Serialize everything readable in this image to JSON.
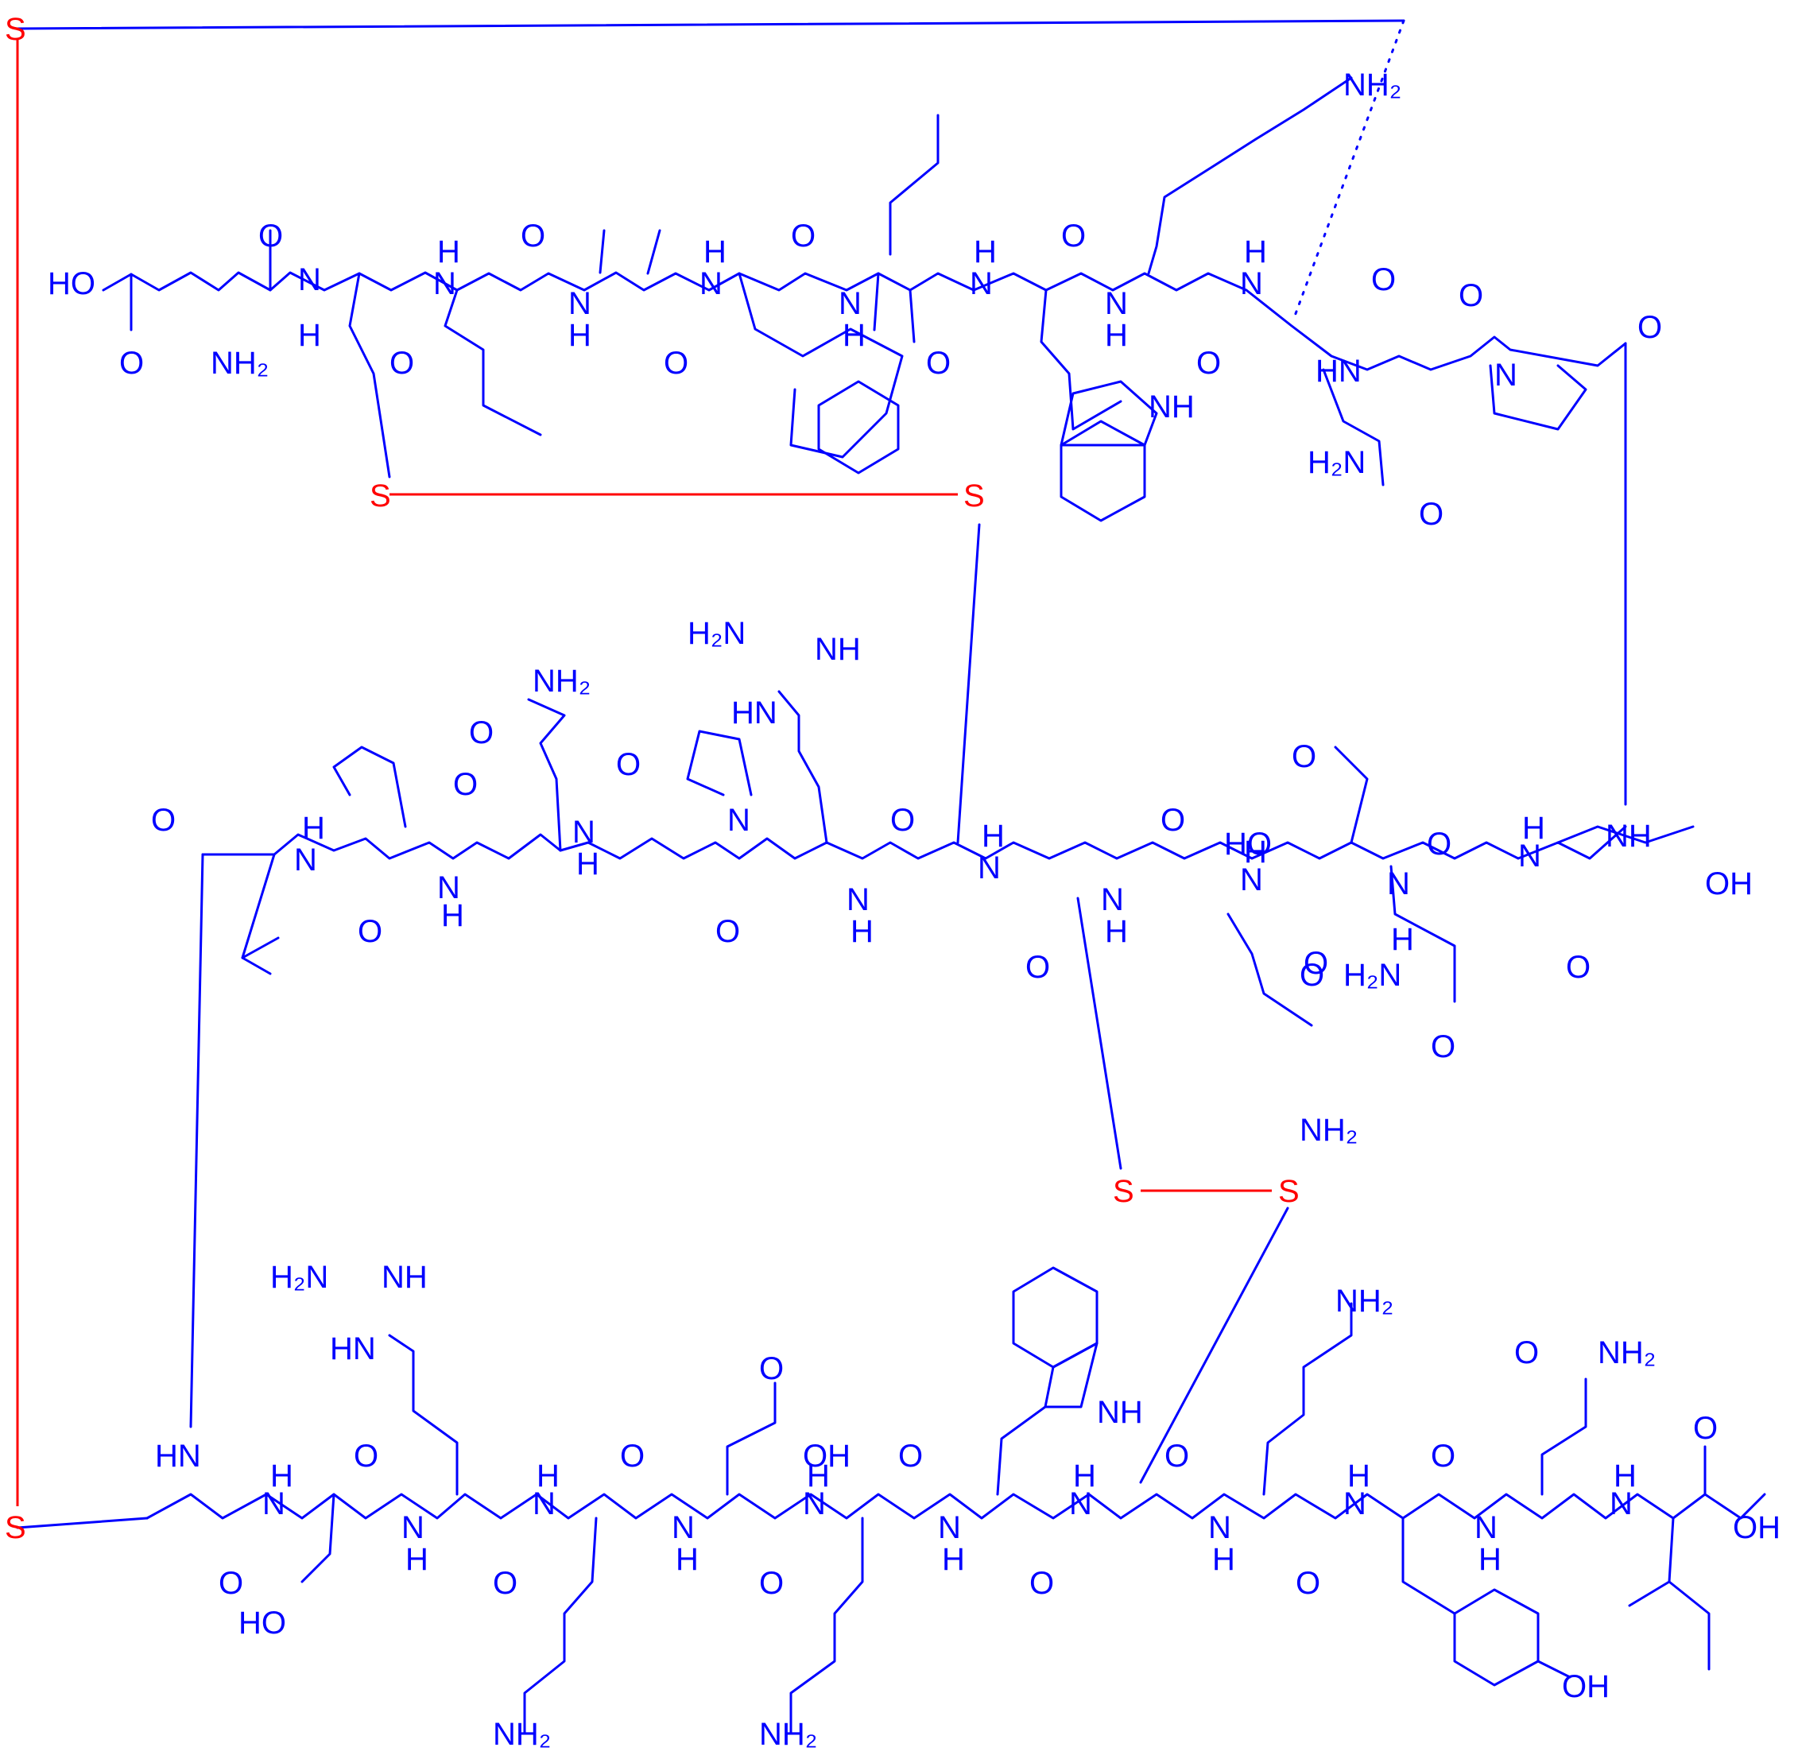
{
  "colors": {
    "bond": "#0000ff",
    "atom_label": "#0000ff",
    "sulfur": "#ff0000",
    "background": "#ffffff"
  },
  "labels": {
    "s_top_left": "S",
    "s_bottom_left": "S",
    "s_upper_left": "S",
    "s_upper_right": "S",
    "s_lower_left": "S",
    "s_lower_right": "S",
    "nh2_asp_top": "NH2",
    "ho_asp_top": "HO",
    "o_asp_top_acid": "O",
    "o_asp_top_amide": "O",
    "nh_cys1": "H",
    "n_cys1": "N",
    "o_cys1": "O",
    "nh_leu1": "H",
    "n_leu1": "N",
    "o_leu1": "O",
    "n_gly": "N",
    "h_gly": "H",
    "o_gly": "O",
    "n_phe": "N",
    "h_phe": "H",
    "o_phe": "O",
    "n_leu2": "N",
    "h_leu2": "H",
    "o_leu2": "O",
    "n_trp1": "N",
    "h_trp1": "H",
    "o_trp1": "O",
    "nh_trp1_ring": "NH",
    "nh2_lys_top": "NH2",
    "n_lys1": "N",
    "h_lys1": "H",
    "o_lys1": "O",
    "n_cys2": "N",
    "h_cys2": "H",
    "o_cys2": "O",
    "hn_asn1": "HN",
    "h2n_asn1": "H2N",
    "o_asn1_side": "O",
    "o_asn1": "O",
    "n_pro1": "N",
    "o_pro1": "O",
    "o_val": "O",
    "n_leu3": "N",
    "h_leu3": "H",
    "o_leu3": "O",
    "nh2_asn2": "NH2",
    "o_asn2_side": "O",
    "n_asn2": "N",
    "h_asn2": "H",
    "o_asn2": "O",
    "n_pro2_amide": "N",
    "h_pro2_amide": "H",
    "o_pro2": "O",
    "n_pro2": "N",
    "o_pro2_co": "O",
    "h2n_arg1": "H2N",
    "nh_arg1": "NH",
    "hn_arg1": "HN",
    "n_arg1": "N",
    "h_arg1": "H",
    "o_arg1": "O",
    "n_cys3": "N",
    "h_cys3": "H",
    "o_cys3": "O",
    "n_cys4": "N",
    "h_cys4": "H",
    "o_cys4": "O",
    "n_lys2": "N",
    "h_lys2": "H",
    "o_lys2": "O",
    "nh2_lys2": "NH2",
    "o_asp2_acid": "O",
    "ho_asp2": "HO",
    "o_asp2": "O",
    "n_asp2": "N",
    "h_asp2": "H",
    "h2n_asn3": "H2N",
    "o_asn3_side": "O",
    "o_asn3": "O",
    "n_asn3": "N",
    "h_asn3": "H",
    "o_ser1": "O",
    "nh_ser1": "NH",
    "oh_ser1": "OH",
    "hn_cys5": "HN",
    "h2n_arg2": "H2N",
    "nh_arg2": "NH",
    "hn_arg2": "HN",
    "n_ser2": "N",
    "h_ser2": "H",
    "o_ser2": "O",
    "ho_ser2": "HO",
    "n_arg2": "N",
    "h_arg2": "H",
    "o_arg2": "O",
    "n_lys3": "N",
    "h_lys3": "H",
    "o_lys3": "O",
    "nh2_lys3": "NH2",
    "o_asp3_acid": "O",
    "oh_asp3": "OH",
    "n_asp3": "N",
    "h_asp3": "H",
    "o_asp3": "O",
    "n_lys4": "N",
    "h_lys4": "H",
    "o_lys4": "O",
    "nh2_lys4": "NH2",
    "nh_trp2_ring": "NH",
    "n_trp2": "N",
    "h_trp2": "H",
    "o_trp2": "O",
    "n_cys6": "N",
    "h_cys6": "H",
    "o_cys6": "O",
    "nh2_lys5": "NH2",
    "n_lys5": "N",
    "h_lys5": "H",
    "o_lys5": "O",
    "n_tyr": "N",
    "h_tyr": "H",
    "o_tyr": "O",
    "oh_tyr": "OH",
    "o_gln_side": "O",
    "nh2_gln": "NH2",
    "n_gln": "N",
    "h_gln": "H",
    "o_gln": "O",
    "n_ile": "N",
    "h_ile": "H",
    "o_ile_acid": "O",
    "oh_ile": "OH"
  }
}
